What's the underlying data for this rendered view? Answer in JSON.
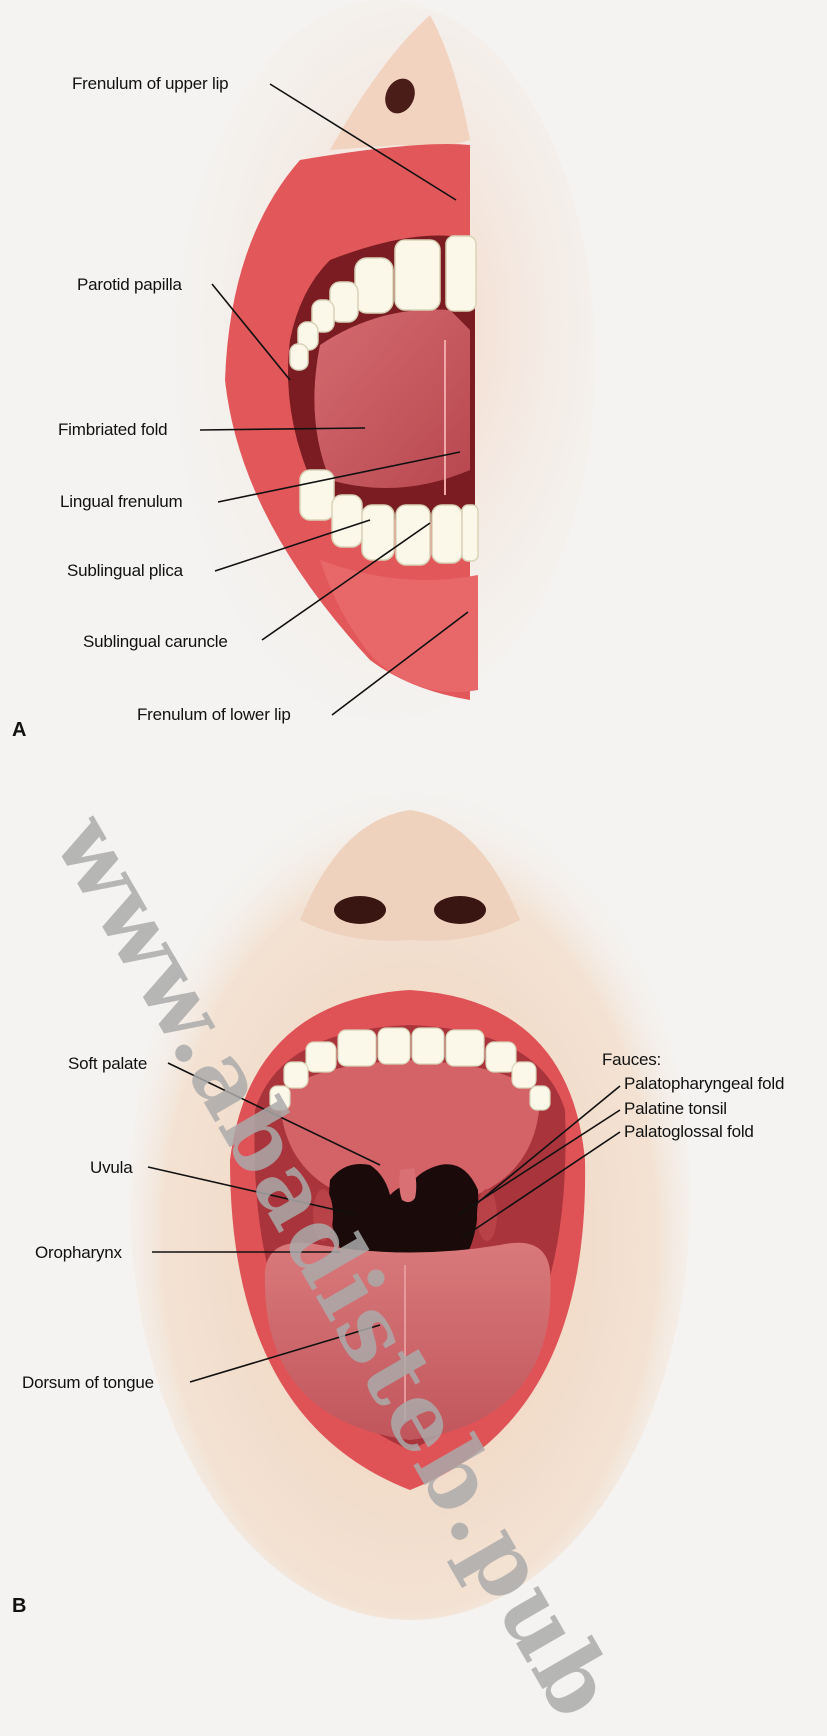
{
  "panel_a": {
    "letter": "A",
    "labels": {
      "frenulum_upper_lip": "Frenulum of upper lip",
      "parotid_papilla": "Parotid papilla",
      "fimbriated_fold": "Fimbriated fold",
      "lingual_frenulum": "Lingual frenulum",
      "sublingual_plica": "Sublingual plica",
      "sublingual_caruncle": "Sublingual caruncle",
      "frenulum_lower_lip": "Frenulum of lower lip"
    }
  },
  "panel_b": {
    "letter": "B",
    "labels": {
      "soft_palate": "Soft palate",
      "uvula": "Uvula",
      "oropharynx": "Oropharynx",
      "dorsum_of_tongue": "Dorsum of tongue",
      "fauces": "Fauces:",
      "palatopharyngeal_fold": "Palatopharyngeal fold",
      "palatine_tonsil": "Palatine tonsil",
      "palatoglossal_fold": "Palatoglossal fold"
    }
  },
  "watermark": "www.abadisteb.pub",
  "colors": {
    "skin": "#f2dcc8",
    "lip": "#e2575a",
    "tongue": "#c85a5e",
    "teeth": "#fbf8ea",
    "throat": "#1a0a0a"
  }
}
